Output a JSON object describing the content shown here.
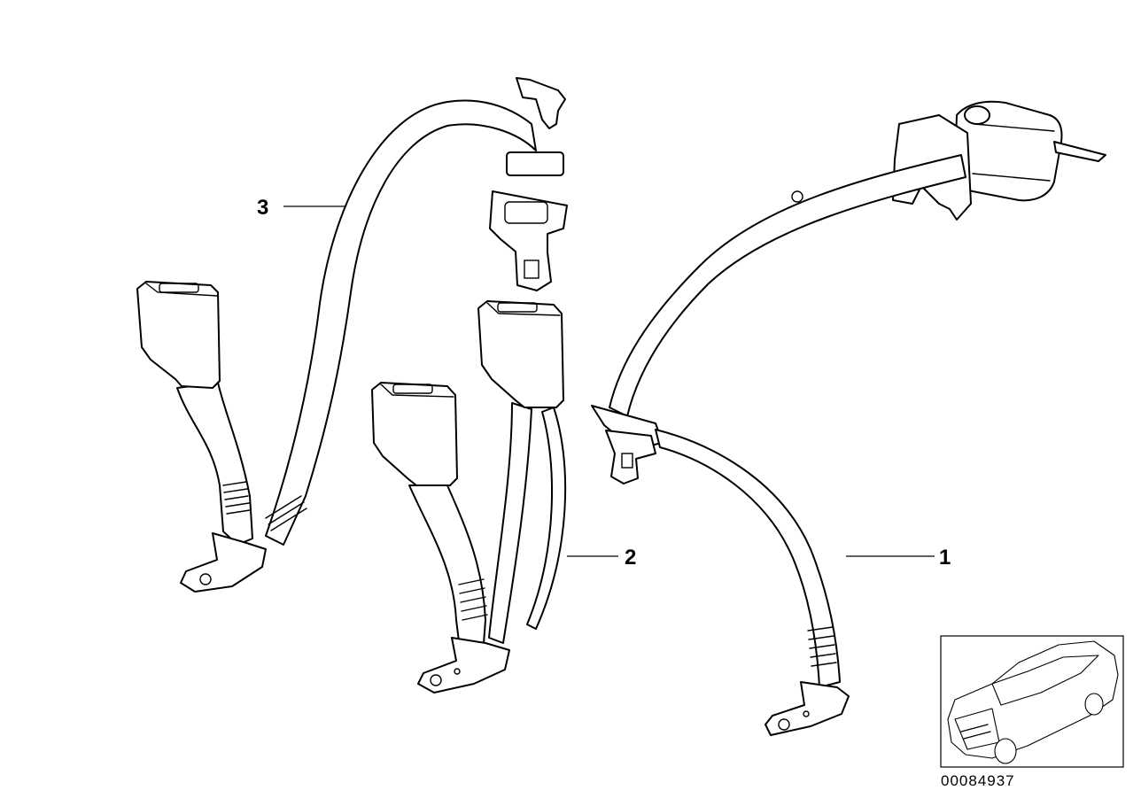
{
  "callouts": [
    {
      "id": "belt-1",
      "label": "1"
    },
    {
      "id": "belt-2",
      "label": "2"
    },
    {
      "id": "belt-3",
      "label": "3"
    }
  ],
  "document_number": "00084937",
  "inset": {
    "icon": "vehicle-sedan-icon"
  }
}
